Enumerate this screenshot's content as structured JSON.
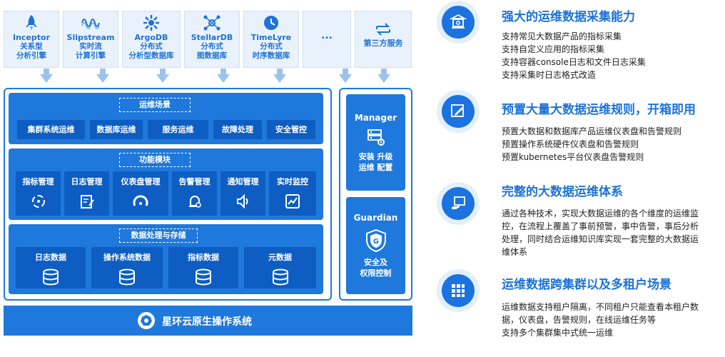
{
  "sources": [
    {
      "name": "Inceptor",
      "sub1": "关系型",
      "sub2": "分析引擎",
      "icon": "rocket-icon"
    },
    {
      "name": "Slipstream",
      "sub1": "实时流",
      "sub2": "计算引擎",
      "icon": "wave-icon"
    },
    {
      "name": "ArgoDB",
      "sub1": "分布式",
      "sub2": "分析型数据库",
      "icon": "sunburst-icon"
    },
    {
      "name": "StellarDB",
      "sub1": "分布式",
      "sub2": "图数据库",
      "icon": "graph-nodes-icon"
    },
    {
      "name": "TimeLyre",
      "sub1": "分布式",
      "sub2": "时序数据库",
      "icon": "clock-icon"
    },
    {
      "name": "...",
      "sub1": "",
      "sub2": ""
    },
    {
      "name": "第三方服务",
      "icon": "swap-arrows-icon"
    }
  ],
  "scenarios": {
    "title": "运维场景",
    "items": [
      "集群系统运维",
      "数据库运维",
      "服务运维",
      "故障处理",
      "安全管控"
    ]
  },
  "modules": {
    "title": "功能模块",
    "items": [
      {
        "label": "指标管理",
        "icon": "target-icon"
      },
      {
        "label": "日志管理",
        "icon": "notepad-icon"
      },
      {
        "label": "仪表盘管理",
        "icon": "gauge-icon"
      },
      {
        "label": "告警管理",
        "icon": "alarm-icon"
      },
      {
        "label": "通知管理",
        "icon": "speaker-icon"
      },
      {
        "label": "实时监控",
        "icon": "monitor-chart-icon"
      }
    ]
  },
  "storage": {
    "title": "数据处理与存储",
    "items": [
      "日志数据",
      "操作系统数据",
      "指标数据",
      "元数据"
    ]
  },
  "manager": {
    "title": "Manager",
    "line1": "安装 升级",
    "line2": "运维 配置"
  },
  "guardian": {
    "title": "Guardian",
    "line1": "安全及",
    "line2": "权限控制"
  },
  "footer": {
    "label": "星环云原生操作系统"
  },
  "features": [
    {
      "title": "强大的运维数据采集能力",
      "icon": "bank-icon",
      "lines": [
        "支持常见大数据产品的指标采集",
        "支持自定义应用的指标采集",
        "支持容器console日志和文件日志采集",
        "支持采集时日志格式改造"
      ]
    },
    {
      "title": "预置大量大数据运维规则，开箱即用",
      "icon": "edit-box-icon",
      "lines": [
        "预置大数据和数据库产品运维仪表盘和告警规则",
        "预置操作系统硬件仪表盘和告警规则",
        "预置kubernetes平台仪表盘告警规则"
      ]
    },
    {
      "title": "完整的大数据运维体系",
      "icon": "hand-screen-icon",
      "lines": [
        "通过各种技术，实现大数据运维的各个维度的运维监",
        "控，在流程上覆盖了事前预警，事中告警，事后分析",
        "处理，同时结合运维知识库实现一套完整的大数据运",
        "维体系"
      ]
    },
    {
      "title": "运维数据跨集群以及多租户场景",
      "icon": "grid-icon",
      "lines": [
        "运维数据支持租户隔离，不同租户只能查看本租户数",
        "据，仪表盘，告警规则，在线运维任务等",
        "支持多个集群集中式统一运维"
      ]
    }
  ]
}
